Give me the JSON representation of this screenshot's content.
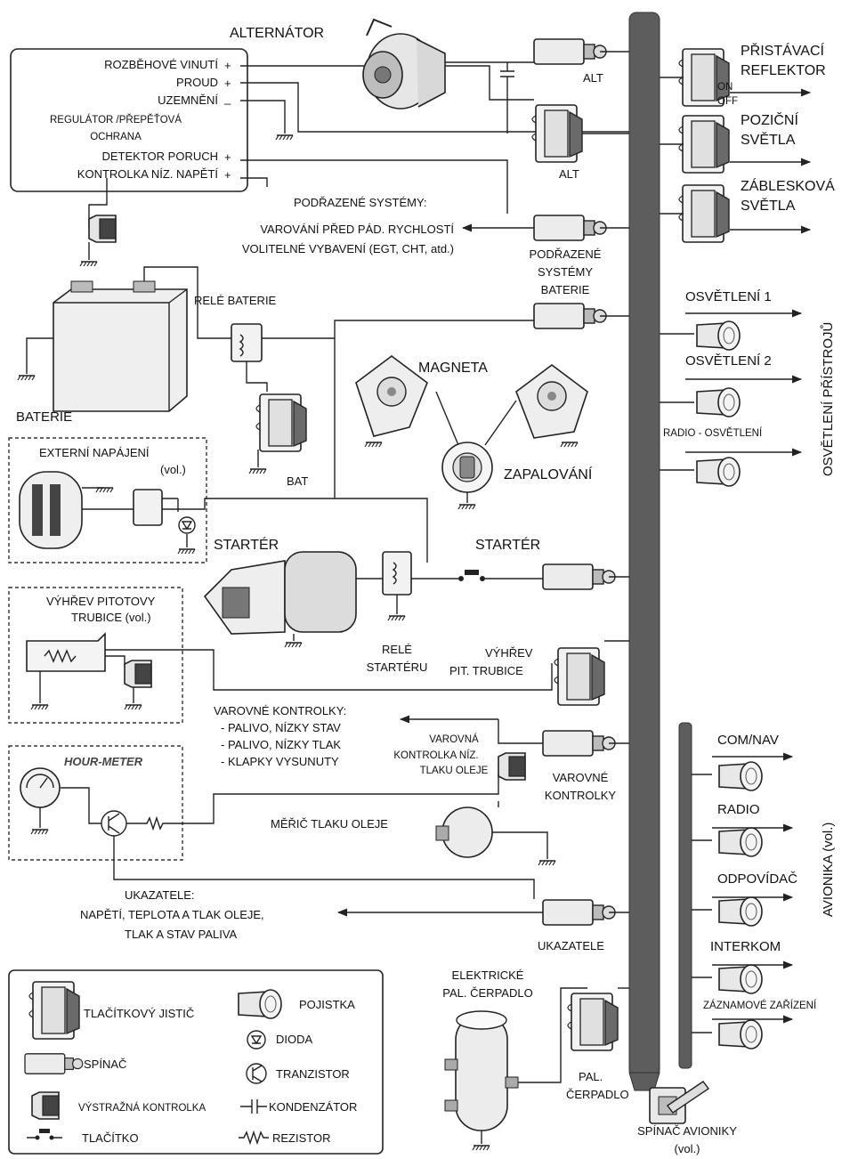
{
  "alternator": {
    "title": "ALTERNÁTOR",
    "alt_switch_label": "ALT",
    "alt_breaker_label": "ALT"
  },
  "regulator_box": {
    "rows": [
      {
        "text": "ROZBĚHOVÉ VINUTÍ",
        "sign": "+"
      },
      {
        "text": "PROUD",
        "sign": "+"
      },
      {
        "text": "UZEMNĚNÍ",
        "sign": "_"
      },
      {
        "text": "REGULÁTOR /PŘEPĚŤOVÁ",
        "sign": ""
      },
      {
        "text": "OCHRANA",
        "sign": ""
      },
      {
        "text": "DETEKTOR PORUCH",
        "sign": "+"
      },
      {
        "text": "KONTROLKA NÍZ. NAPĚTÍ",
        "sign": "+"
      }
    ]
  },
  "subsystems": {
    "heading": "PODŘAZENÉ SYSTÉMY:",
    "line1": "VAROVÁNÍ PŘED PÁD. RYCHLOSTÍ",
    "line2": "VOLITELNÉ VYBAVENÍ (EGT, CHT, atd.)",
    "switch_label": [
      "PODŘAZENÉ",
      "SYSTÉMY",
      "BATERIE"
    ]
  },
  "battery": {
    "relay_label": "RELÉ BATERIE",
    "battery_label": "BATERIE",
    "bat_breaker_label": "BAT"
  },
  "external_power": {
    "title": "EXTERNÍ NAPÁJENÍ",
    "optional": "(vol.)"
  },
  "magneto": {
    "title": "MAGNETA",
    "ignition": "ZAPALOVÁNÍ"
  },
  "starter": {
    "motor_label": "STARTÉR",
    "switch_label": "STARTÉR",
    "relay_label": [
      "RELÉ",
      "STARTÉRU"
    ]
  },
  "pitot": {
    "box_title": [
      "VÝHŘEV PITOTOVY",
      "TRUBICE (vol.)"
    ],
    "breaker_label": [
      "VÝHŘEV",
      "PIT. TRUBICE"
    ]
  },
  "warnings": {
    "heading": "VAROVNÉ KONTROLKY:",
    "items": [
      "- PALIVO, NÍZKY STAV",
      "- PALIVO, NÍZKY TLAK",
      "- KLAPKY VYSUNUTY"
    ],
    "oil_lamp_label": [
      "VAROVNÁ",
      "KONTROLKA NÍZ.",
      "TLAKU OLEJE"
    ],
    "switch_label": [
      "VAROVNÉ",
      "KONTROLKY"
    ]
  },
  "hour_meter": {
    "title": "HOUR-METER"
  },
  "oil_pressure": {
    "label": "MĚŘIČ TLAKU OLEJE"
  },
  "indicators": {
    "heading": "UKAZATELE:",
    "line1": "NAPĚTÍ, TEPLOTA A TLAK OLEJE,",
    "line2": "TLAK A STAV PALIVA",
    "switch_label": "UKAZATELE"
  },
  "fuel_pump": {
    "title": [
      "ELEKTRICKÉ",
      "PAL. ČERPADLO"
    ],
    "breaker_label": [
      "PAL.",
      "ČERPADLO"
    ]
  },
  "avionics_switch": {
    "label": [
      "SPÍNAČ AVIONIKY",
      "(vol.)"
    ]
  },
  "lights": {
    "landing": [
      "PŘISTÁVACÍ",
      "REFLEKTOR"
    ],
    "position": [
      "POZIČNÍ",
      "SVĚTLA"
    ],
    "strobe": [
      "ZÁBLESKOVÁ",
      "SVĚTLA"
    ],
    "breaker_on": "ON",
    "breaker_off": "OFF"
  },
  "instrument_lighting": {
    "vertical_label": "OSVĚTLENÍ PŘÍSTROJŮ",
    "light1": "OSVĚTLENÍ 1",
    "light2": "OSVĚTLENÍ 2",
    "radio_light": "RADIO -  OSVĚTLENÍ"
  },
  "avionics": {
    "vertical_label": "AVIONIKA (vol.)",
    "com_nav": "COM/NAV",
    "radio": "RADIO",
    "transponder": "ODPOVÍDAČ",
    "intercom": "INTERKOM",
    "recorder": "ZÁZNAMOVÉ ZAŘÍZENÍ"
  },
  "legend": {
    "breaker": "TLAČÍTKOVÝ JISTIČ",
    "switch": "SPÍNAČ",
    "warning_lamp": "VÝSTRAŽNÁ KONTROLKA",
    "button": "TLAČÍTKO",
    "fuse": "POJISTKA",
    "diode": "DIODA",
    "transistor": "TRANZISTOR",
    "capacitor": "KONDENZÁTOR",
    "resistor": "REZISTOR"
  }
}
